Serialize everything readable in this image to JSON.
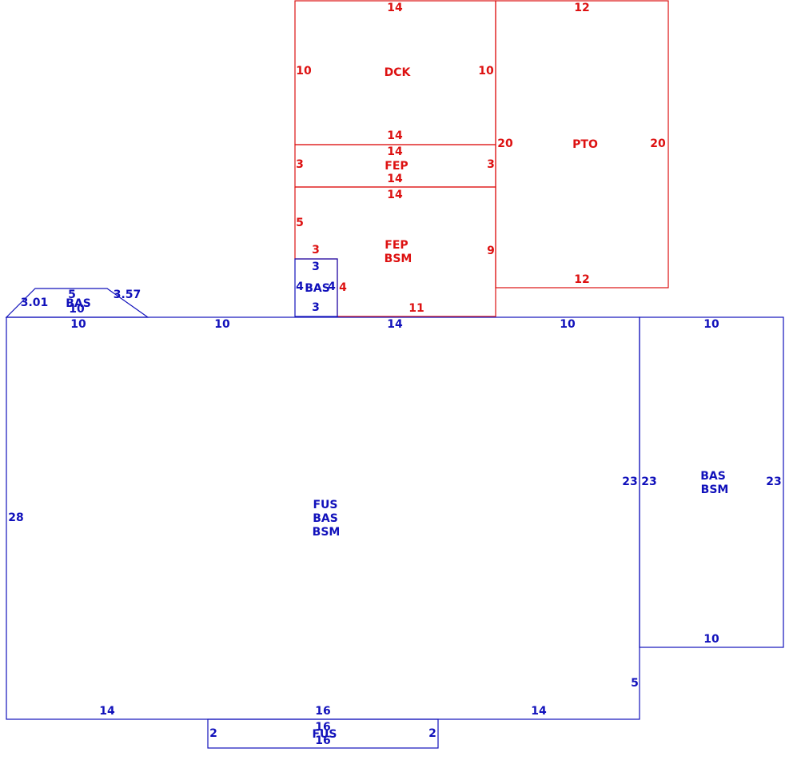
{
  "colors": {
    "red": "#dd1111",
    "blue": "#1111bb"
  },
  "areas": {
    "dck": {
      "label": "DCK",
      "top": "14",
      "bottom": "14",
      "left": "10",
      "right": "10"
    },
    "fep_upper": {
      "label": "FEP",
      "top": "14",
      "bottom": "14",
      "left": "3",
      "right": "3"
    },
    "fep_lower": {
      "label1": "FEP",
      "label2": "BSM",
      "top": "14",
      "left": "5",
      "right": "9",
      "step": "3",
      "notch_right": "4",
      "bottom": "11"
    },
    "pto": {
      "label": "PTO",
      "top": "12",
      "bottom": "12",
      "left": "20",
      "right": "20"
    },
    "bas_small": {
      "label": "BAS",
      "top": "3",
      "bottom": "3",
      "left": "4",
      "right": "4"
    },
    "bas_bay": {
      "label": "BAS",
      "bottom": "10",
      "top": "5",
      "left_slope": "3.01",
      "right_slope": "3.57"
    },
    "main": {
      "label1": "FUS",
      "label2": "BAS",
      "label3": "BSM",
      "top_a": "10",
      "top_b": "10",
      "top_c": "14",
      "top_d": "10",
      "left": "28",
      "right": "23",
      "right_lower": "5",
      "bottom_a": "14",
      "bottom_b": "16",
      "bottom_c": "14"
    },
    "east_wing": {
      "label1": "BAS",
      "label2": "BSM",
      "top": "10",
      "bottom": "10",
      "left": "23",
      "right": "23"
    },
    "fus_strip": {
      "label": "FUS",
      "top": "16",
      "bottom": "16",
      "left": "2",
      "right": "2"
    }
  }
}
